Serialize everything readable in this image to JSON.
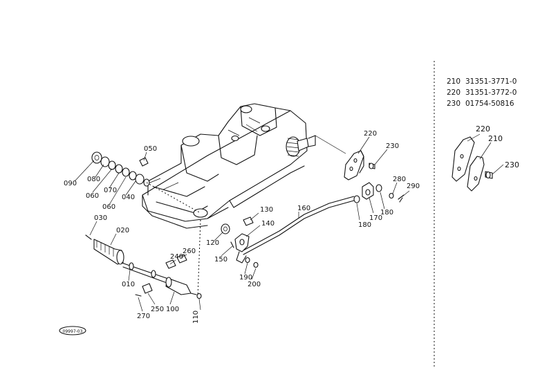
{
  "parts_list": [
    {
      "ref": "210",
      "part_number": "31351-3771-0"
    },
    {
      "ref": "220",
      "part_number": "31351-3772-0"
    },
    {
      "ref": "230",
      "part_number": "01754-50816"
    }
  ],
  "callouts": {
    "c010": "010",
    "c020": "020",
    "c030": "030",
    "c040": "040",
    "c050": "050",
    "c060a": "060",
    "c060b": "060",
    "c070": "070",
    "c080": "080",
    "c090": "090",
    "c100": "100",
    "c110": "110",
    "c120": "120",
    "c130": "130",
    "c140": "140",
    "c150": "150",
    "c160": "160",
    "c170": "170",
    "c180a": "180",
    "c180b": "180",
    "c190": "190",
    "c200": "200",
    "c220": "220",
    "c230": "230",
    "c240": "240",
    "c250": "250",
    "c260": "260",
    "c270": "270",
    "c280": "280",
    "c290": "290",
    "d210": "210",
    "d220": "220",
    "d230": "230"
  },
  "stamp": "09997-03"
}
